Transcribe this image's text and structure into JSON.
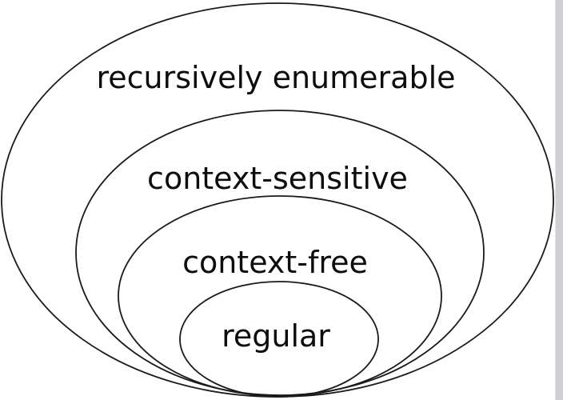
{
  "diagram": {
    "type": "nested-euler-diagram",
    "levels": [
      {
        "label": "recursively enumerable"
      },
      {
        "label": "context-sensitive"
      },
      {
        "label": "context-free"
      },
      {
        "label": "regular"
      }
    ]
  },
  "colors": {
    "background": "#ffffff",
    "ellipse_stroke": "#1a1a1a",
    "label_text": "#0d0d0d",
    "scrollbar_track": "#cfcfd3"
  }
}
